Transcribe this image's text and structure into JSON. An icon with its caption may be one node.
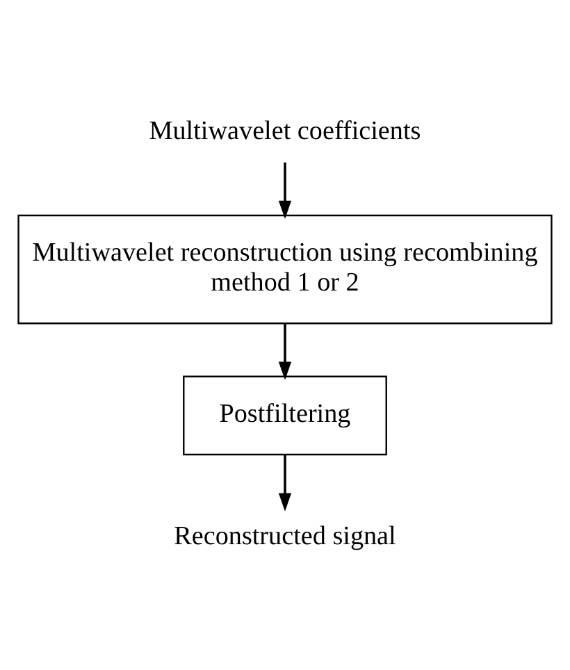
{
  "diagram": {
    "nodes": [
      {
        "text": [
          "Multiwavelet coefficients"
        ]
      },
      {
        "text": [
          "Multiwavelet reconstruction using recombining method 1 or 2"
        ]
      },
      {
        "text": [
          "Postfiltering"
        ]
      },
      {
        "text": [
          "Reconstructed signal"
        ]
      }
    ],
    "edges": [
      {
        "from": 0,
        "to": 1,
        "arrow": "to"
      },
      {
        "from": 1,
        "to": 2,
        "arrow": "to"
      },
      {
        "from": 2,
        "to": 3,
        "arrow": "to"
      }
    ]
  }
}
